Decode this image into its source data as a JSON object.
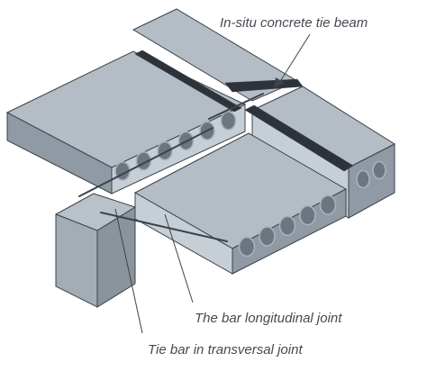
{
  "labels": {
    "tie_beam": "In-situ concrete tie beam",
    "longitudinal_joint": "The bar longitudinal joint",
    "transversal_joint": "Tie bar in transversal joint"
  },
  "colors": {
    "slab_top": "#b4bdc5",
    "slab_face": "#8f9aa4",
    "slab_side": "#c7cfd6",
    "core": "#6b7680",
    "core_rim": "#a9b3bc",
    "joint_dark": "#2d333a",
    "wall_top": "#b9c2ca",
    "wall_front": "#a3adb6",
    "wall_side": "#8a949d",
    "outline": "#3c434a",
    "leader": "#3c434a",
    "text": "#444a52"
  },
  "icons": {
    "leader_arrow": "arrow-pointer-icon"
  }
}
